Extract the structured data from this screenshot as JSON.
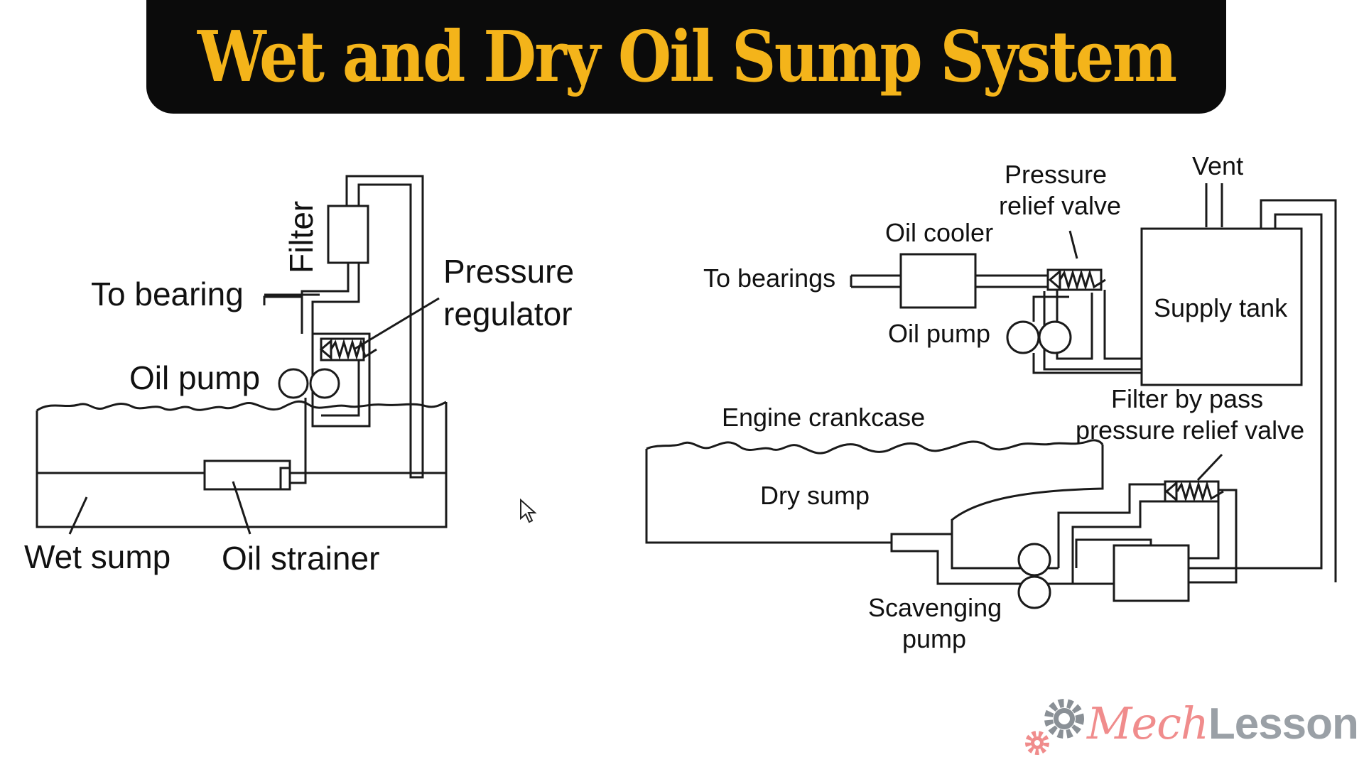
{
  "title": "Wet and Dry Oil Sump System",
  "colors": {
    "banner_background": "#0b0b0b",
    "title_text": "#f4b41a",
    "line": "#1a1a1a",
    "watermark_mech": "#f08c8c",
    "watermark_lesson": "#9aa0a6"
  },
  "wet_sump_diagram": {
    "labels": {
      "filter": "Filter",
      "to_bearing": "To bearing",
      "pressure_regulator_line1": "Pressure",
      "pressure_regulator_line2": "regulator",
      "oil_pump": "Oil pump",
      "wet_sump": "Wet sump",
      "oil_strainer": "Oil strainer"
    }
  },
  "dry_sump_diagram": {
    "labels": {
      "pressure_relief_valve_line1": "Pressure",
      "pressure_relief_valve_line2": "relief valve",
      "vent": "Vent",
      "oil_cooler": "Oil cooler",
      "to_bearings": "To bearings",
      "supply_tank": "Supply tank",
      "oil_pump": "Oil pump",
      "filter_bypass_line1": "Filter by pass",
      "filter_bypass_line2": "pressure relief valve",
      "engine_crankcase": "Engine crankcase",
      "dry_sump": "Dry sump",
      "scavenging_pump_line1": "Scavenging",
      "scavenging_pump_line2": "pump"
    }
  },
  "watermark": {
    "part1": "Mech",
    "part2": "Lesson",
    "icon": "gear-icon"
  }
}
